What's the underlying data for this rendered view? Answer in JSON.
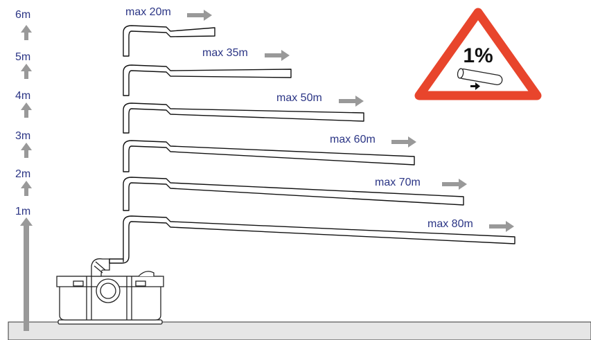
{
  "height_labels": [
    "6m",
    "5m",
    "4m",
    "3m",
    "2m",
    "1m"
  ],
  "runs": [
    {
      "height": "6m",
      "label": "max 20m"
    },
    {
      "height": "5m",
      "label": "max 35m"
    },
    {
      "height": "4m",
      "label": "max 50m"
    },
    {
      "height": "3m",
      "label": "max 60m"
    },
    {
      "height": "2m",
      "label": "max 70m"
    },
    {
      "height": "1m",
      "label": "max 80m"
    }
  ],
  "slope_sign": {
    "text": "1%",
    "border_color": "#e8452c"
  },
  "colors": {
    "label": "#2b3585",
    "arrow": "#999999",
    "floor": "#e6e6e6"
  }
}
